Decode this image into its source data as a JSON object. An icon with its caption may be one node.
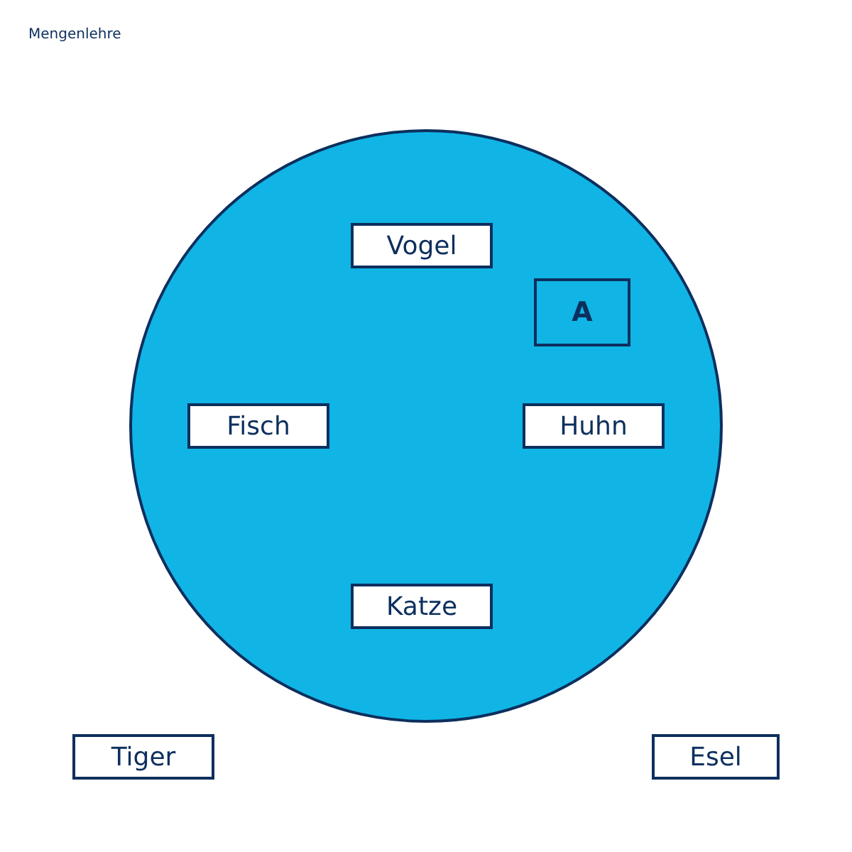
{
  "diagram": {
    "title": "Mengenlehre",
    "nodes": [
      {
        "text": [],
        "shape": "circle"
      },
      {
        "text": [
          "Vogel"
        ],
        "in": 0
      },
      {
        "text": [
          "A"
        ],
        "in": 0
      },
      {
        "text": [
          "Fisch"
        ],
        "in": 0
      },
      {
        "text": [
          "Huhn"
        ],
        "in": 0
      },
      {
        "text": [
          "Katze"
        ],
        "in": 0
      },
      {
        "text": [
          "Tiger"
        ]
      },
      {
        "text": [
          "Esel"
        ]
      }
    ]
  }
}
